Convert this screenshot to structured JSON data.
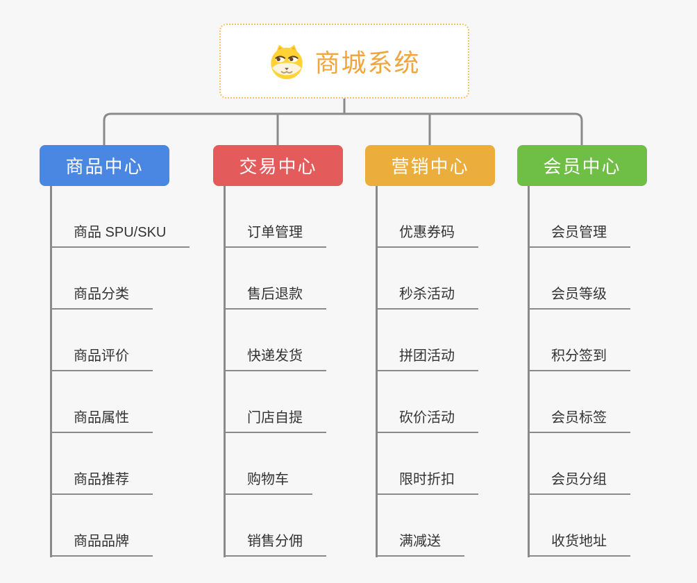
{
  "root": {
    "title": "商城系统",
    "icon": "shiba-dog-icon"
  },
  "branches": [
    {
      "label": "商品中心",
      "color": "#4A87E2",
      "children": [
        "商品 SPU/SKU",
        "商品分类",
        "商品评价",
        "商品属性",
        "商品推荐",
        "商品品牌"
      ]
    },
    {
      "label": "交易中心",
      "color": "#E45B5B",
      "children": [
        "订单管理",
        "售后退款",
        "快递发货",
        "门店自提",
        "购物车",
        "销售分佣"
      ]
    },
    {
      "label": "营销中心",
      "color": "#EBAE3C",
      "children": [
        "优惠券码",
        "秒杀活动",
        "拼团活动",
        "砍价活动",
        "限时折扣",
        "满减送"
      ]
    },
    {
      "label": "会员中心",
      "color": "#6FBE45",
      "children": [
        "会员管理",
        "会员等级",
        "积分签到",
        "会员标签",
        "会员分组",
        "收货地址"
      ]
    }
  ],
  "colors": {
    "background": "#F7F7F7",
    "root_border": "#F5C169",
    "root_title": "#F0A63C",
    "connector": "#8A8A8A",
    "leaf_text": "#333333",
    "leaf_underline": "#8A8A8A"
  }
}
